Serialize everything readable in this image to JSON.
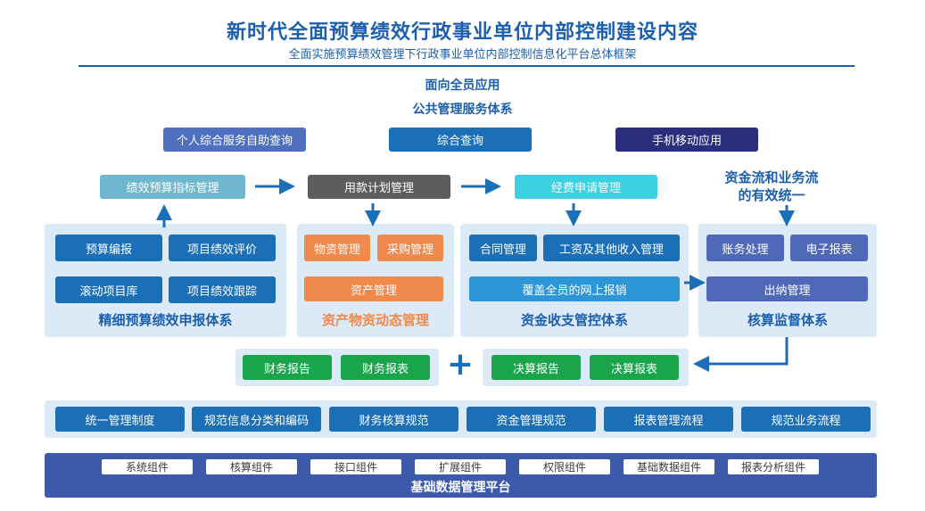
{
  "header": {
    "title": "新时代全面预算绩效行政事业单位内部控制建设内容",
    "subtitle": "全面实施预算绩效管理下行政事业单位内部控制信息化平台总体框架"
  },
  "top": {
    "face_all": "面向全员应用",
    "public_service": "公共管理服务体系",
    "buttons": [
      "个人综合服务自助查询",
      "综合查询",
      "手机移动应用"
    ]
  },
  "flow": {
    "items": [
      "绩效预算指标管理",
      "用款计划管理",
      "经费申请管理"
    ],
    "unify_line1": "资金流和业务流",
    "unify_line2": "的有效统一"
  },
  "panels": {
    "budget": {
      "buttons": [
        "预算编报",
        "项目绩效评价",
        "滚动项目库",
        "项目绩效跟踪"
      ],
      "label": "精细预算绩效申报体系"
    },
    "asset": {
      "buttons": [
        "物资管理",
        "采购管理",
        "资产管理"
      ],
      "label": "资产物资动态管理"
    },
    "fund": {
      "buttons": [
        "合同管理",
        "工资及其他收入管理",
        "覆盖全员的网上报销"
      ],
      "label": "资金收支管控体系"
    },
    "account": {
      "buttons": [
        "账务处理",
        "电子报表",
        "出纳管理"
      ],
      "label": "核算监督体系"
    }
  },
  "reports": {
    "left": [
      "财务报告",
      "财务报表"
    ],
    "plus": "+",
    "right": [
      "决算报告",
      "决算报表"
    ]
  },
  "norms": [
    "统一管理制度",
    "规范信息分类和编码",
    "财务核算规范",
    "资金管理规范",
    "报表管理流程",
    "规范业务流程"
  ],
  "platform": {
    "components": [
      "系统组件",
      "核算组件",
      "接口组件",
      "扩展组件",
      "权限组件",
      "基础数据组件",
      "报表分析组件"
    ],
    "label": "基础数据管理平台"
  }
}
